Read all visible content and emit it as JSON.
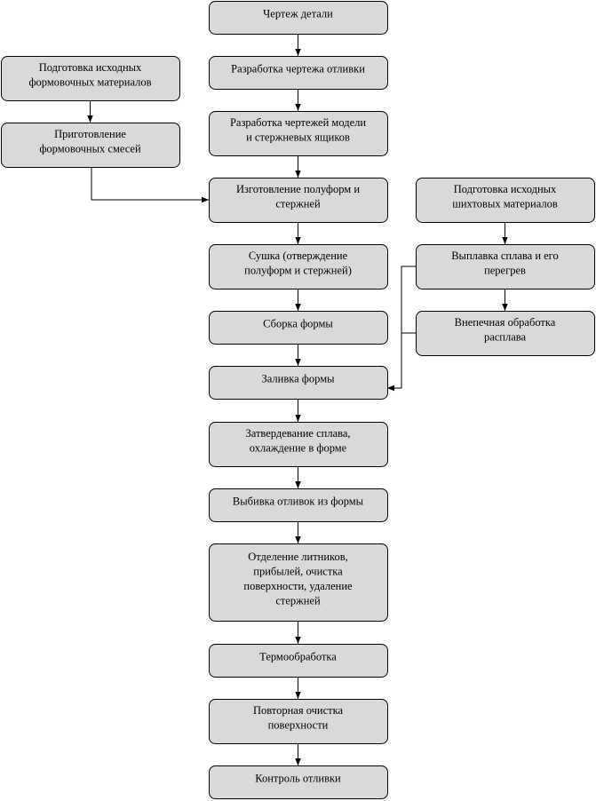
{
  "nodes": [
    {
      "id": "n1",
      "lines": [
        "Чертеж детали"
      ]
    },
    {
      "id": "n2",
      "lines": [
        "Разработка чертежа отливки"
      ]
    },
    {
      "id": "n3",
      "lines": [
        "Разработка чертежей модели",
        "и стержневых ящиков"
      ]
    },
    {
      "id": "n4",
      "lines": [
        "Изготовление полуформ и",
        "стержней"
      ]
    },
    {
      "id": "n5",
      "lines": [
        "Сушка (отверждение",
        "полуформ и стержней)"
      ]
    },
    {
      "id": "n6",
      "lines": [
        "Сборка формы"
      ]
    },
    {
      "id": "n7",
      "lines": [
        "Заливка формы"
      ]
    },
    {
      "id": "n8",
      "lines": [
        "Затвердевание сплава,",
        "охлаждение в форме"
      ]
    },
    {
      "id": "n9",
      "lines": [
        "Выбивка отливок из формы"
      ]
    },
    {
      "id": "n10",
      "lines": [
        "Отделение литников,",
        "прибылей, очистка",
        "поверхности, удаление",
        "стержней"
      ]
    },
    {
      "id": "n11",
      "lines": [
        "Термообработка"
      ]
    },
    {
      "id": "n12",
      "lines": [
        "Повторная очистка",
        "поверхности"
      ]
    },
    {
      "id": "n13",
      "lines": [
        "Контроль отливки"
      ]
    },
    {
      "id": "l1",
      "lines": [
        "Подготовка исходных",
        "формовочных материалов"
      ]
    },
    {
      "id": "l2",
      "lines": [
        "Приготовление",
        "формовочных смесей"
      ]
    },
    {
      "id": "r1",
      "lines": [
        "Подготовка исходных",
        "шихтовых материалов"
      ]
    },
    {
      "id": "r2",
      "lines": [
        "Выплавка сплава и его",
        "перегрев"
      ]
    },
    {
      "id": "r3",
      "lines": [
        "Внепечная обработка",
        "расплава"
      ]
    }
  ],
  "edges": [
    {
      "from": "n1",
      "to": "n2"
    },
    {
      "from": "n2",
      "to": "n3"
    },
    {
      "from": "n3",
      "to": "n4"
    },
    {
      "from": "n4",
      "to": "n5"
    },
    {
      "from": "n5",
      "to": "n6"
    },
    {
      "from": "n6",
      "to": "n7"
    },
    {
      "from": "n7",
      "to": "n8"
    },
    {
      "from": "n8",
      "to": "n9"
    },
    {
      "from": "n9",
      "to": "n10"
    },
    {
      "from": "n10",
      "to": "n11"
    },
    {
      "from": "n11",
      "to": "n12"
    },
    {
      "from": "n12",
      "to": "n13"
    },
    {
      "from": "l1",
      "to": "l2"
    },
    {
      "from": "l2",
      "to": "n4"
    },
    {
      "from": "r1",
      "to": "r2"
    },
    {
      "from": "r2",
      "to": "r3"
    },
    {
      "from": "r2",
      "to": "n7"
    },
    {
      "from": "r3",
      "to": "n7"
    }
  ],
  "colors": {
    "box_fill": "#d9d9d9",
    "stroke": "#000000",
    "background": "#ffffff"
  }
}
